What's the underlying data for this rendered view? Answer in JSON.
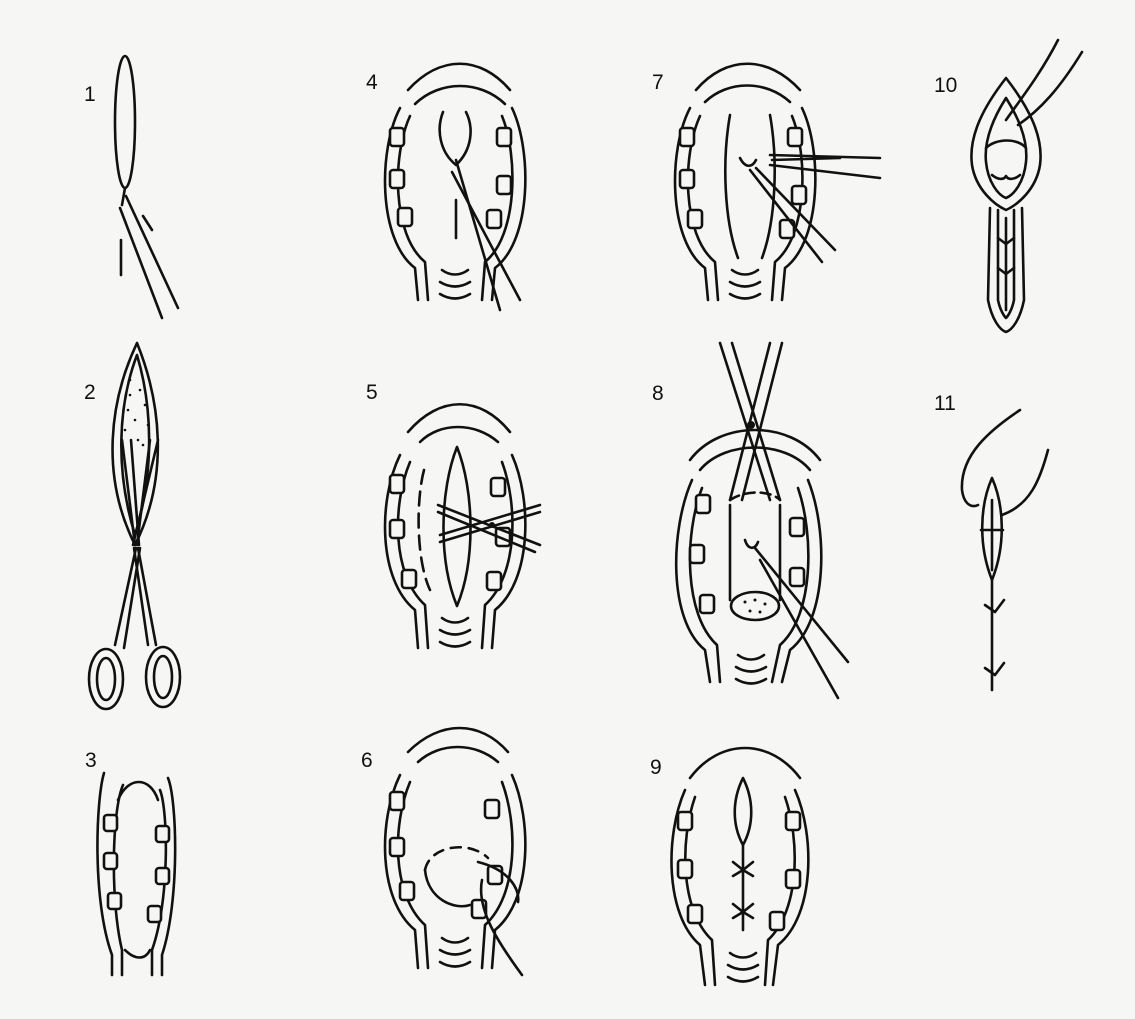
{
  "figure": {
    "step_labels": [
      "1",
      "2",
      "3",
      "4",
      "5",
      "6",
      "7",
      "8",
      "9",
      "10",
      "11"
    ]
  }
}
